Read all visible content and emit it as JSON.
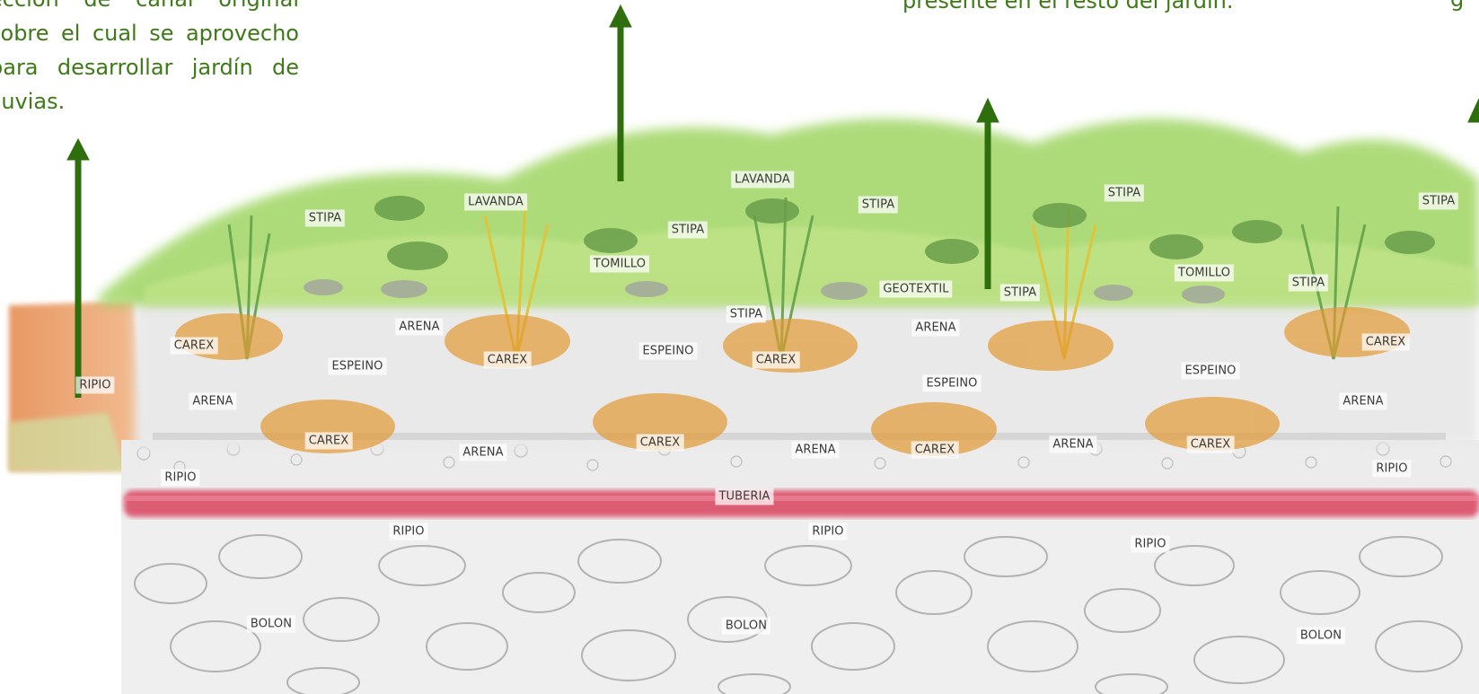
{
  "notes": {
    "left": "ección de canal original sobre el cual se aprovecho para desarrollar jardín de lluvias.",
    "middle": "presente en el resto del jardín.",
    "right": "g"
  },
  "labels": {
    "stipa_1": "STIPA",
    "lavanda_1": "LAVANDA",
    "lavanda_2": "LAVANDA",
    "stipa_2": "STIPA",
    "stipa_3": "STIPA",
    "tomillo_1": "TOMILLO",
    "stipa_4": "STIPA",
    "stipa_5": "STIPA",
    "tomillo_2": "TOMILLO",
    "stipa_6": "STIPA",
    "geotextil": "GEOTEXTIL",
    "stipa_7": "STIPA",
    "stipa_8": "STIPA",
    "carex_1": "CAREX",
    "arena_1": "ARENA",
    "espeino_1": "ESPEINO",
    "carex_2": "CAREX",
    "espeino_2": "ESPEINO",
    "carex_3": "CAREX",
    "arena_2": "ARENA",
    "espeino_3": "ESPEINO",
    "espeino_4": "ESPEINO",
    "carex_4": "CAREX",
    "ripio_1": "RIPIO",
    "arena_3": "ARENA",
    "arena_4": "ARENA",
    "carex_5": "CAREX",
    "arena_5": "ARENA",
    "carex_6": "CAREX",
    "arena_6": "ARENA",
    "carex_7": "CAREX",
    "arena_7": "ARENA",
    "carex_8": "CAREX",
    "ripio_2": "RIPIO",
    "ripio_3": "RIPIO",
    "tuberia": "TUBERIA",
    "ripio_4": "RIPIO",
    "ripio_5": "RIPIO",
    "ripio_6": "RIPIO",
    "bolon_1": "BOLON",
    "bolon_2": "BOLON",
    "bolon_3": "BOLON"
  },
  "colors": {
    "arrow": "#2f6e0c",
    "annotation_text": "#3e7a17",
    "grass": "#9ad35a",
    "sand": "#e6e6e6",
    "gravel": "#b3b3b3",
    "pipe": "#d9455e",
    "soil": "#e4874a",
    "carex": "#e39a35"
  }
}
